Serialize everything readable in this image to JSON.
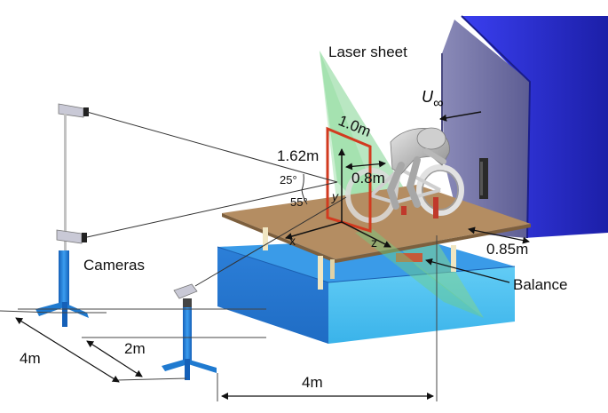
{
  "labels": {
    "laser_sheet": "Laser sheet",
    "u_inf_main": "U",
    "u_inf_sub": "∞",
    "dim_1_0m": "1.0m",
    "dim_1_62m": "1.62m",
    "dim_0_8m": "0.8m",
    "angle_25": "25°",
    "angle_55": "55°",
    "axis_y": "y",
    "axis_x": "x",
    "axis_z": "z",
    "dim_0_85m": "0.85m",
    "cameras": "Cameras",
    "balance": "Balance",
    "dim_4m_left": "4m",
    "dim_2m": "2m",
    "dim_4m_bottom": "4m"
  },
  "colors": {
    "tunnel_blue": "#2a2fd6",
    "tunnel_inner": "#6e6ea8",
    "laser_green": "#7fd48f",
    "platform_wood": "#b08a5e",
    "base_blue_top": "#2f8fe0",
    "base_blue_side": "#59c3f2",
    "roi_red": "#d23a1f",
    "camera_stand_blue": "#1f7ad0"
  },
  "icons": {
    "rider": "cyclist-figure",
    "camera": "camera-icon"
  }
}
